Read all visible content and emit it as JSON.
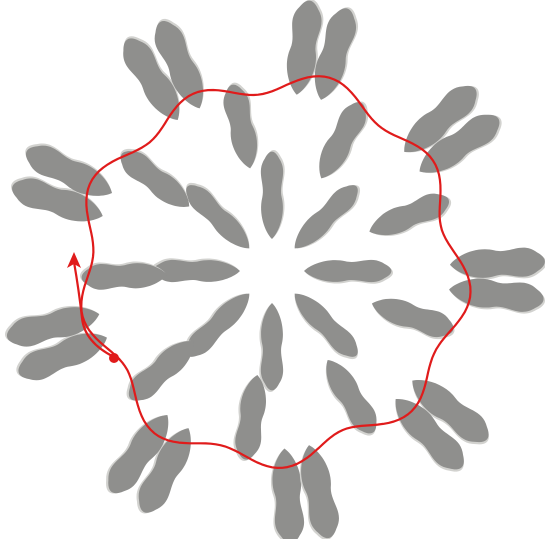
{
  "colors": {
    "background": "#ffffff",
    "petal_fill": "#8f8f8d",
    "petal_highlight": "#d2d2cf",
    "path_stroke": "#e01b1b",
    "start_marker": "#e01b1b",
    "arrow_marker": "#e01b1b"
  },
  "board": {
    "layout": "radial-flower",
    "rings": [
      {
        "name": "inner",
        "petal_count": 8
      },
      {
        "name": "middle",
        "petal_count": 9
      },
      {
        "name": "outer",
        "petal_count": 18
      }
    ],
    "path": {
      "shape": "closed-wavy-loop",
      "start_marker_icon": "dot",
      "end_marker_icon": "arrowhead"
    }
  }
}
